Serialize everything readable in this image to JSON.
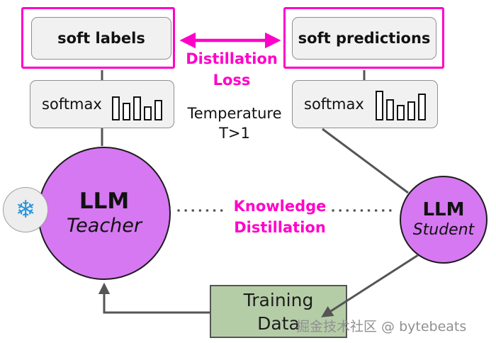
{
  "colors": {
    "magenta": "#ff00c8",
    "purple": "#d678f2",
    "green": "#b5cda7",
    "box_fill": "#f1f1f1",
    "box_border": "#8f8f8f",
    "line_gray": "#555555",
    "snowflake_blue": "#2196dd",
    "watermark_gray": "#909090"
  },
  "top": {
    "soft_labels": "soft labels",
    "soft_predictions": "soft predictions",
    "distillation_loss_line1": "Distillation",
    "distillation_loss_line2": "Loss"
  },
  "softmax_left": {
    "label": "softmax",
    "bars": [
      34,
      25,
      34,
      20,
      29
    ]
  },
  "softmax_right": {
    "label": "softmax",
    "bars": [
      42,
      30,
      22,
      27,
      38
    ]
  },
  "temperature": {
    "line1": "Temperature",
    "line2": "T>1"
  },
  "teacher": {
    "title": "LLM",
    "subtitle": "Teacher"
  },
  "student": {
    "title": "LLM",
    "subtitle": "Student"
  },
  "center": {
    "line1": "Knowledge",
    "line2": "Distillation"
  },
  "training_data": {
    "line1": "Training",
    "line2": "Data"
  },
  "icons": {
    "snowflake": "❄"
  },
  "watermark": "掘金技术社区 @ bytebeats"
}
